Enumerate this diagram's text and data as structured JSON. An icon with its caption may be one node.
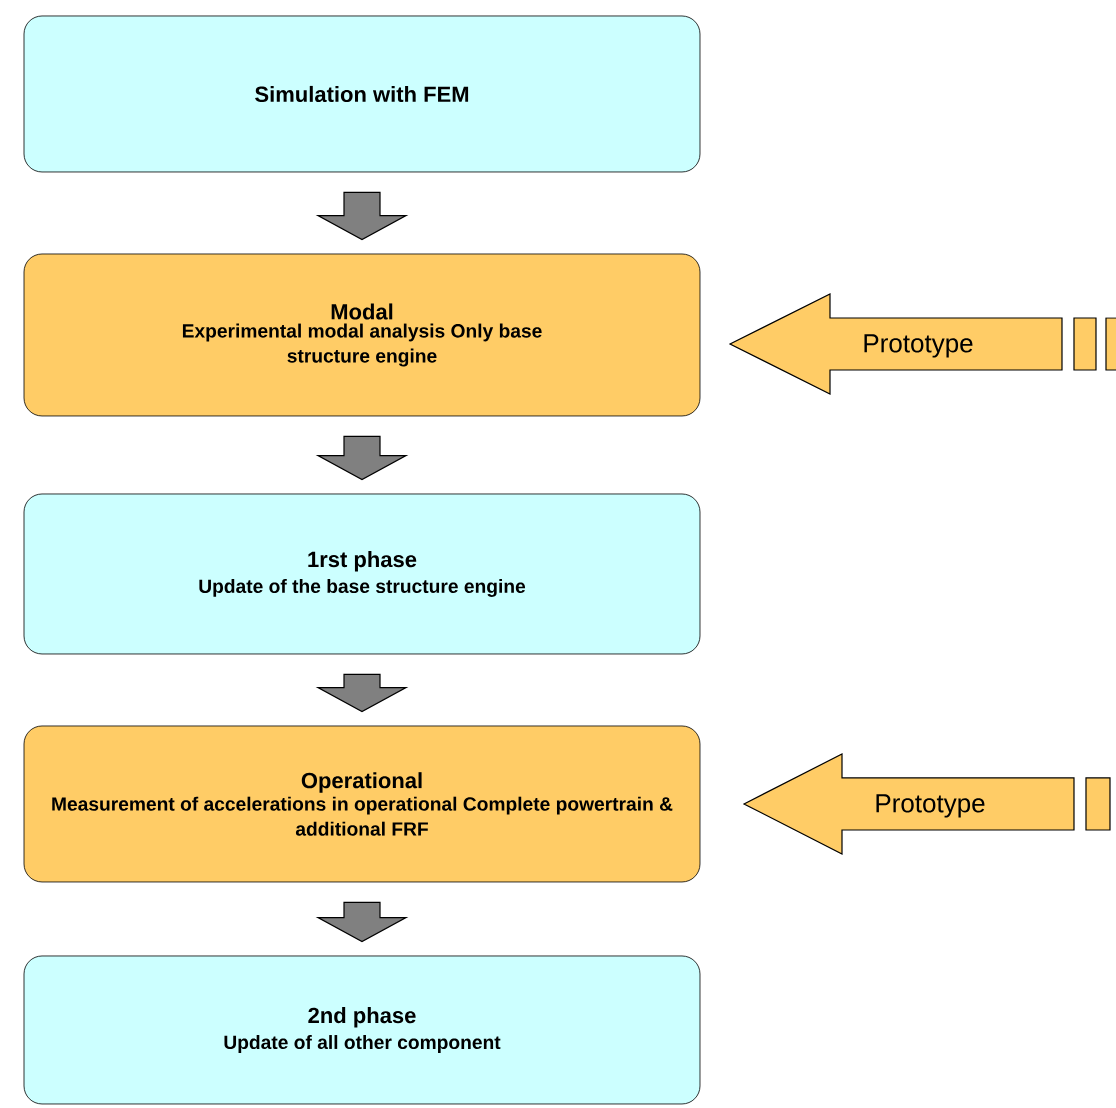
{
  "diagram": {
    "nodes": [
      {
        "text": [
          "Simulation with FEM"
        ]
      },
      {
        "text": [
          "Modal",
          "Experimental modal analysis Only base structure engine"
        ]
      },
      {
        "text": [
          "Prototype"
        ]
      },
      {
        "text": [
          "1rst phase",
          "Update of the base structure engine"
        ]
      },
      {
        "text": [
          "Operational",
          "Measurement of accelerations in operational Complete powertrain & additional FRF"
        ]
      },
      {
        "text": [
          "Prototype"
        ]
      },
      {
        "text": [
          "2nd phase",
          "Update of all other component"
        ]
      }
    ],
    "edges": [
      {
        "from": 0,
        "to": 1,
        "arrow": "to"
      },
      {
        "from": 1,
        "to": 3,
        "arrow": "to"
      },
      {
        "from": 3,
        "to": 4,
        "arrow": "to"
      },
      {
        "from": 4,
        "to": 6,
        "arrow": "to"
      }
    ]
  }
}
